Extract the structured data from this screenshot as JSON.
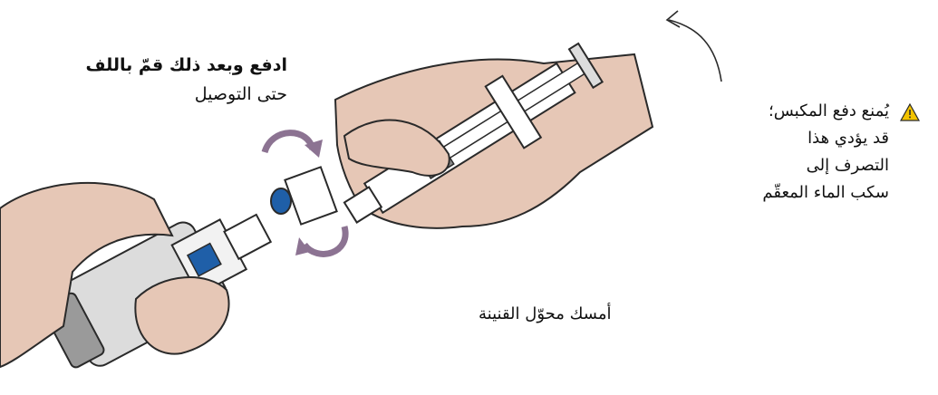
{
  "labels": {
    "push_then_twist": "ادفع وبعد ذلك قمّ باللف",
    "until_connected": "حتى التوصيل",
    "hold_vial_adapter": "أمسك محوّل القنينة"
  },
  "warning": {
    "icon": "warning-triangle-icon",
    "lines": [
      "يُمنع دفع المكبس؛",
      "قد يؤدي هذا",
      "التصرف إلى",
      "سكب الماء المعقّم"
    ]
  },
  "colors": {
    "skin": "#e6c7b6",
    "skin_dark": "#b9937f",
    "outline": "#2a2a2a",
    "arrow_purple": "#8c7392",
    "cap_blue": "#1f5fa8",
    "warning_yellow": "#f2c300",
    "vial_gray": "#9a9a9a"
  }
}
